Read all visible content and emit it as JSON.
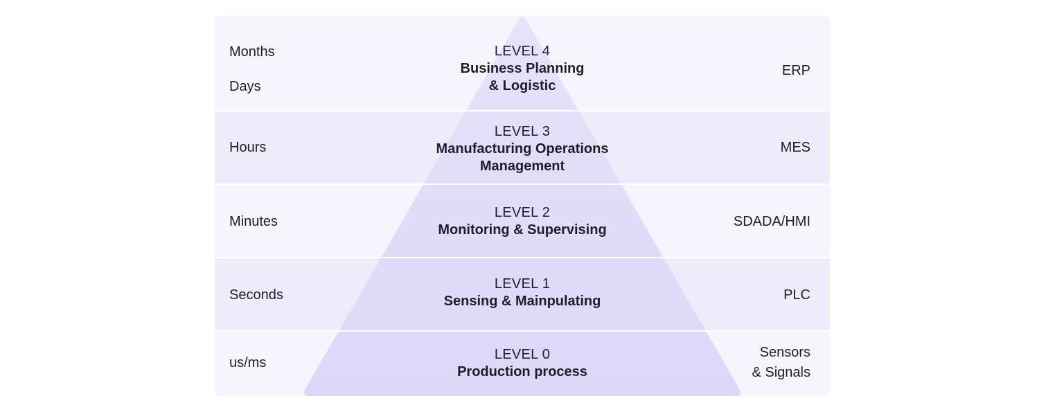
{
  "colors": {
    "band_light": "#f6f5fd",
    "band_dark": "#eeecfb",
    "pyramid_top": "#e3e0fa",
    "pyramid_bottom": "#dcd8f7",
    "text": "#1e1e2a"
  },
  "levels": [
    {
      "level": "LEVEL 4",
      "name_line1": "Business Planning",
      "name_line2": "& Logistic",
      "time_line1": "Months",
      "time_line2": "Days",
      "system_line1": "ERP"
    },
    {
      "level": "LEVEL 3",
      "name_line1": "Manufacturing Operations",
      "name_line2": "Management",
      "time_line1": "Hours",
      "system_line1": "MES"
    },
    {
      "level": "LEVEL 2",
      "name_line1": "Monitoring & Supervising",
      "time_line1": "Minutes",
      "system_line1": "SDADA/HMI"
    },
    {
      "level": "LEVEL 1",
      "name_line1": "Sensing & Mainpulating",
      "time_line1": "Seconds",
      "system_line1": "PLC"
    },
    {
      "level": "LEVEL 0",
      "name_line1": "Production process",
      "time_line1": "us/ms",
      "system_line1": "Sensors",
      "system_line2": "& Signals"
    }
  ]
}
